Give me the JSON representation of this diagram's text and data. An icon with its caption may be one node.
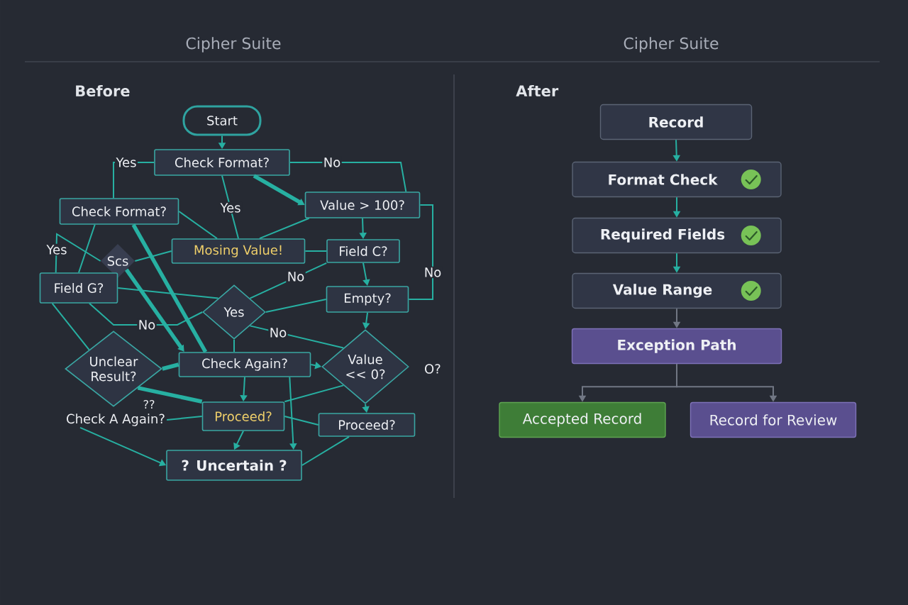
{
  "diagram": {
    "nodes": [
      {
        "text": [
          "Start"
        ]
      },
      {
        "text": [
          "Check Format?"
        ]
      },
      {
        "text": [
          "Check Format?"
        ]
      },
      {
        "text": [
          "Value > 100?"
        ]
      },
      {
        "text": [
          "Mosing Value!"
        ]
      },
      {
        "text": [
          "Field C?"
        ]
      },
      {
        "text": [
          "Scs"
        ]
      },
      {
        "text": [
          "Field G?"
        ]
      },
      {
        "text": [
          "Empty?"
        ]
      },
      {
        "text": [
          "Yes"
        ]
      },
      {
        "text": [
          "Unclear Result?"
        ]
      },
      {
        "text": [
          "Check Again?"
        ]
      },
      {
        "text": [
          "Value << 0?"
        ],
        "beside": [
          "O?"
        ]
      },
      {
        "text": [
          "Check A Again?"
        ]
      },
      {
        "text": [
          "Proceed?"
        ]
      },
      {
        "text": [
          "Proceed?"
        ]
      },
      {
        "text": [
          "? Uncertain ?"
        ]
      },
      {
        "text": [
          "Record"
        ]
      },
      {
        "text": [
          "Format Check"
        ]
      },
      {
        "text": [
          "Required Fields"
        ]
      },
      {
        "text": [
          "Value Range"
        ]
      },
      {
        "text": [
          "Exception Path"
        ]
      },
      {
        "text": [
          "Accepted Record"
        ]
      },
      {
        "text": [
          "Record for Review"
        ]
      }
    ],
    "edges": [
      {
        "from": 0,
        "to": 1,
        "arrow": "to"
      },
      {
        "from": 1,
        "to": 2,
        "arrow": "none",
        "label": "Yes"
      },
      {
        "from": 1,
        "to": 3,
        "arrow": "none",
        "label": "No"
      },
      {
        "from": 1,
        "to": 3,
        "arrow": "to",
        "style": "thick"
      },
      {
        "from": 1,
        "to": 4,
        "arrow": "none",
        "label": "Yes"
      },
      {
        "from": 2,
        "to": 4,
        "arrow": "none"
      },
      {
        "from": 3,
        "to": 4,
        "arrow": "none"
      },
      {
        "from": 3,
        "to": 5,
        "arrow": "to"
      },
      {
        "from": 3,
        "to": 8,
        "arrow": "none",
        "label": "No"
      },
      {
        "from": 4,
        "to": 5,
        "arrow": "none"
      },
      {
        "from": 5,
        "to": 8,
        "arrow": "to"
      },
      {
        "from": 5,
        "to": 9,
        "arrow": "none",
        "label": "No"
      },
      {
        "from": 8,
        "to": 9,
        "arrow": "none"
      },
      {
        "from": 8,
        "to": 12,
        "arrow": "to"
      },
      {
        "from": 6,
        "to": 4,
        "arrow": "none"
      },
      {
        "from": 6,
        "to": 11,
        "arrow": "to",
        "style": "thick"
      },
      {
        "from": 7,
        "to": 6,
        "arrow": "none",
        "label": "Yes"
      },
      {
        "from": 2,
        "to": 7,
        "arrow": "none"
      },
      {
        "from": 7,
        "to": 9,
        "arrow": "none",
        "label": "No"
      },
      {
        "from": 7,
        "to": 9,
        "arrow": "none"
      },
      {
        "from": 7,
        "to": 10,
        "arrow": "none"
      },
      {
        "from": 2,
        "to": 11,
        "arrow": "none",
        "style": "thick"
      },
      {
        "from": 10,
        "to": 11,
        "arrow": "none",
        "style": "thick"
      },
      {
        "from": 11,
        "to": 12,
        "arrow": "to"
      },
      {
        "from": 11,
        "to": 14,
        "arrow": "to"
      },
      {
        "from": 9,
        "to": 11,
        "arrow": "none"
      },
      {
        "from": 9,
        "to": 12,
        "arrow": "none",
        "label": "No"
      },
      {
        "from": 10,
        "to": 14,
        "arrow": "none",
        "style": "thick"
      },
      {
        "from": 13,
        "to": 14,
        "arrow": "none"
      },
      {
        "from": 13,
        "to": 16,
        "arrow": "to"
      },
      {
        "from": 14,
        "to": 15,
        "arrow": "none"
      },
      {
        "from": 14,
        "to": 16,
        "arrow": "to"
      },
      {
        "from": 12,
        "to": 15,
        "arrow": "to"
      },
      {
        "from": 15,
        "to": 16,
        "arrow": "none"
      },
      {
        "from": 11,
        "to": 16,
        "arrow": "to"
      },
      {
        "from": 12,
        "to": 14,
        "arrow": "none"
      },
      {
        "from": 17,
        "to": 18,
        "arrow": "to"
      },
      {
        "from": 18,
        "to": 19,
        "arrow": "to"
      },
      {
        "from": 19,
        "to": 20,
        "arrow": "to"
      },
      {
        "from": 20,
        "to": 21,
        "arrow": "to",
        "color": "#717784"
      },
      {
        "from": 21,
        "to": 22,
        "arrow": "to",
        "color": "#717784"
      },
      {
        "from": 21,
        "to": 23,
        "arrow": "to",
        "color": "#717784"
      }
    ],
    "labels": [
      "Cipher Suite",
      "Cipher Suite",
      "Before",
      "After",
      "??"
    ]
  }
}
